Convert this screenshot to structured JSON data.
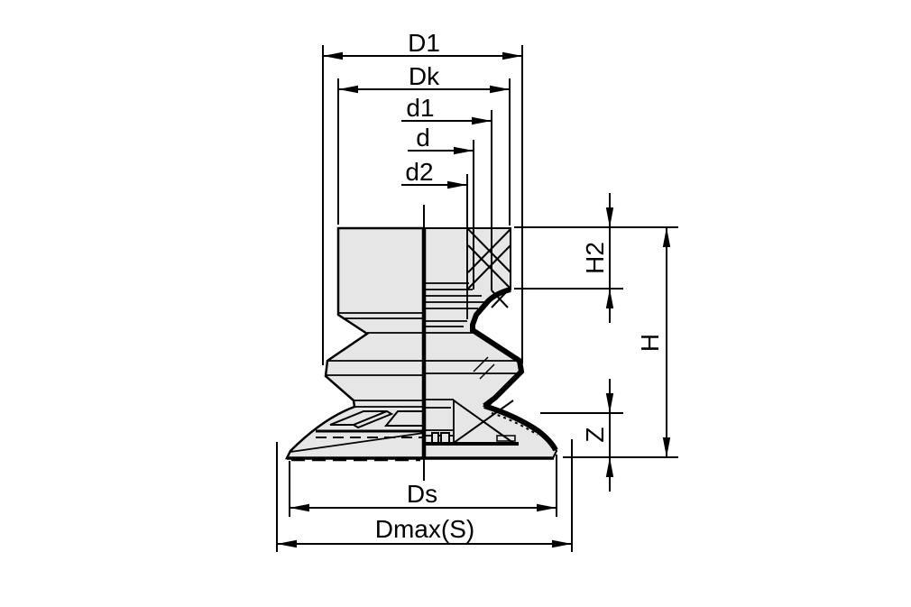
{
  "diagram": {
    "kind": "technical dimension drawing",
    "subject": "Bellows suction cup shown in half section with dimension callouts",
    "background_color": "#ffffff",
    "part_fill_color": "#e6e6e6",
    "line_color": "#000000",
    "dimensions": {
      "top": [
        {
          "id": "D1",
          "label": "D1"
        },
        {
          "id": "Dk",
          "label": "Dk"
        },
        {
          "id": "d1",
          "label": "d1"
        },
        {
          "id": "d",
          "label": "d"
        },
        {
          "id": "d2",
          "label": "d2"
        }
      ],
      "right": [
        {
          "id": "H2",
          "label": "H2"
        },
        {
          "id": "H",
          "label": "H"
        },
        {
          "id": "Z",
          "label": "Z"
        }
      ],
      "bottom": [
        {
          "id": "Ds",
          "label": "Ds"
        },
        {
          "id": "Dmax",
          "label": "Dmax(S)"
        }
      ]
    }
  }
}
